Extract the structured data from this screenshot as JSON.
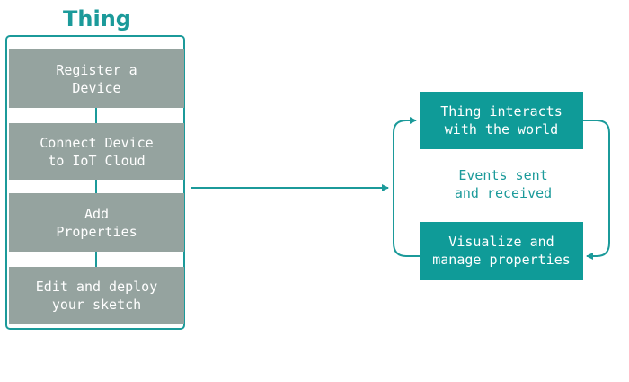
{
  "diagram": {
    "title": "Thing",
    "steps": [
      "Register a\nDevice",
      "Connect Device\nto IoT Cloud",
      "Add\nProperties",
      "Edit and deploy\nyour sketch"
    ],
    "cycle": {
      "top_box": "Thing interacts\nwith the world",
      "bottom_box": "Visualize and\nmanage properties",
      "center_label": "Events sent\nand received"
    },
    "colors": {
      "accent": "#1b9a9a",
      "step_fill": "#95a39f",
      "box_fill": "#0f9b98"
    }
  }
}
